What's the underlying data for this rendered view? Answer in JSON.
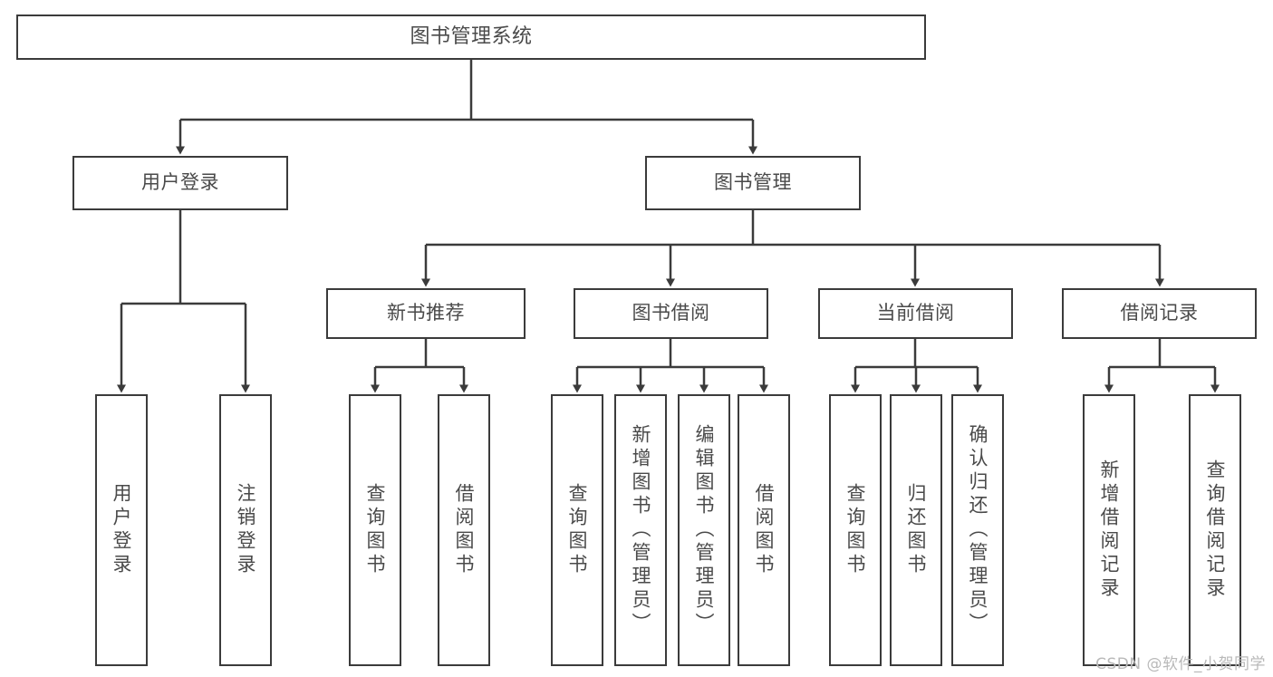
{
  "diagram": {
    "title": "图书管理系统",
    "type": "tree-hierarchy-chart",
    "watermark": "CSDN @软件_小贺同学",
    "colors": {
      "background": "#ffffff",
      "box_border": "#3b3b3b",
      "box_fill": "#ffffff",
      "text": "#4a4a4a",
      "connector": "#3b3b3b",
      "watermark": "#b9b9b9"
    },
    "nodes": {
      "root": {
        "label": "图书管理系统"
      },
      "level1": [
        {
          "label": "用户登录"
        },
        {
          "label": "图书管理"
        }
      ],
      "level2": [
        {
          "label": "新书推荐"
        },
        {
          "label": "图书借阅"
        },
        {
          "label": "当前借阅"
        },
        {
          "label": "借阅记录"
        }
      ],
      "leaves": {
        "user_login": [
          {
            "label": "用户登录"
          },
          {
            "label": "注销登录"
          }
        ],
        "new_book_recommend": [
          {
            "label": "查询图书"
          },
          {
            "label": "借阅图书"
          }
        ],
        "book_borrow": [
          {
            "label": "查询图书"
          },
          {
            "label": "新增图书（管理员）"
          },
          {
            "label": "编辑图书（管理员）"
          },
          {
            "label": "借阅图书"
          }
        ],
        "current_borrow": [
          {
            "label": "查询图书"
          },
          {
            "label": "归还图书"
          },
          {
            "label": "确认归还（管理员）"
          }
        ],
        "borrow_records": [
          {
            "label": "新增借阅记录"
          },
          {
            "label": "查询借阅记录"
          }
        ]
      }
    }
  }
}
